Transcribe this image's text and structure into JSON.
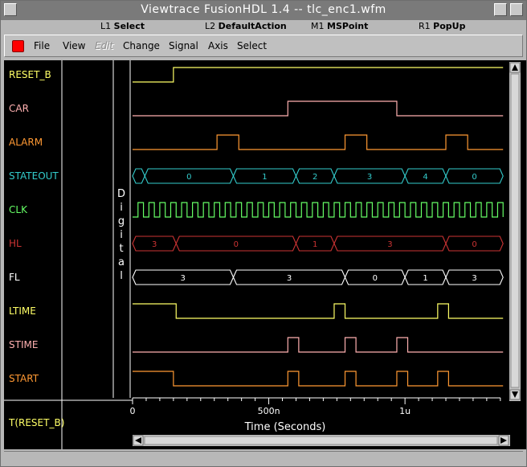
{
  "window": {
    "title": "Viewtrace FusionHDL 1.4 -- tlc_enc1.wfm"
  },
  "mouse_bar": [
    {
      "key": "L1",
      "action": "Select"
    },
    {
      "key": "L2",
      "action": "DefaultAction"
    },
    {
      "key": "M1",
      "action": "MSPoint"
    },
    {
      "key": "R1",
      "action": "PopUp"
    }
  ],
  "menu": {
    "file": "File",
    "view": "View",
    "edit": "Edit",
    "change": "Change",
    "signal": "Signal",
    "axis": "Axis",
    "select": "Select"
  },
  "waveform": {
    "group_label": "Digital",
    "cursor_label": "T(RESET_B)",
    "time_axis": {
      "label": "Time (Seconds)",
      "ticks": [
        "0",
        "500n",
        "1u"
      ],
      "tick_values_ns": [
        0,
        500,
        1000
      ],
      "range_ns": [
        0,
        1380
      ]
    },
    "signals": [
      {
        "name": "RESET_B",
        "kind": "bit",
        "color": "#ffff66",
        "initial": 0,
        "transitions_ns": [
          150
        ]
      },
      {
        "name": "CAR",
        "kind": "bit",
        "color": "#ffb0b0",
        "initial": 0,
        "transitions_ns": [
          570,
          970
        ]
      },
      {
        "name": "ALARM",
        "kind": "bit",
        "color": "#ff9933",
        "initial": 0,
        "transitions_ns": [
          310,
          390,
          780,
          860,
          1150,
          1230
        ]
      },
      {
        "name": "STATEOUT",
        "kind": "bus",
        "color": "#33cccc",
        "segments": [
          {
            "from_ns": 0,
            "to_ns": 45,
            "value": ""
          },
          {
            "from_ns": 45,
            "to_ns": 370,
            "value": "0"
          },
          {
            "from_ns": 370,
            "to_ns": 600,
            "value": "1"
          },
          {
            "from_ns": 600,
            "to_ns": 740,
            "value": "2"
          },
          {
            "from_ns": 740,
            "to_ns": 1000,
            "value": "3"
          },
          {
            "from_ns": 1000,
            "to_ns": 1150,
            "value": "4"
          },
          {
            "from_ns": 1150,
            "to_ns": 1360,
            "value": "0"
          }
        ]
      },
      {
        "name": "CLK",
        "kind": "clock",
        "color": "#66ff66",
        "period_ns": 40,
        "first_rise_ns": 20
      },
      {
        "name": "HL",
        "kind": "bus",
        "color": "#cc3333",
        "segments": [
          {
            "from_ns": 0,
            "to_ns": 160,
            "value": "3"
          },
          {
            "from_ns": 160,
            "to_ns": 600,
            "value": "0"
          },
          {
            "from_ns": 600,
            "to_ns": 740,
            "value": "1"
          },
          {
            "from_ns": 740,
            "to_ns": 1150,
            "value": "3"
          },
          {
            "from_ns": 1150,
            "to_ns": 1360,
            "value": "0"
          }
        ]
      },
      {
        "name": "FL",
        "kind": "bus",
        "color": "#ffffff",
        "segments": [
          {
            "from_ns": 0,
            "to_ns": 370,
            "value": "3"
          },
          {
            "from_ns": 370,
            "to_ns": 780,
            "value": "3"
          },
          {
            "from_ns": 780,
            "to_ns": 1000,
            "value": "0"
          },
          {
            "from_ns": 1000,
            "to_ns": 1150,
            "value": "1"
          },
          {
            "from_ns": 1150,
            "to_ns": 1360,
            "value": "3"
          }
        ]
      },
      {
        "name": "LTIME",
        "kind": "bit",
        "color": "#ffff66",
        "initial": 1,
        "transitions_ns": [
          160,
          740,
          780,
          1120,
          1160
        ]
      },
      {
        "name": "STIME",
        "kind": "bit",
        "color": "#ffb0b0",
        "initial": 0,
        "transitions_ns": [
          570,
          610,
          780,
          820,
          970,
          1010
        ]
      },
      {
        "name": "START",
        "kind": "bit",
        "color": "#ff9933",
        "initial": 1,
        "transitions_ns": [
          150,
          570,
          610,
          780,
          820,
          970,
          1010,
          1120,
          1160
        ]
      }
    ]
  }
}
